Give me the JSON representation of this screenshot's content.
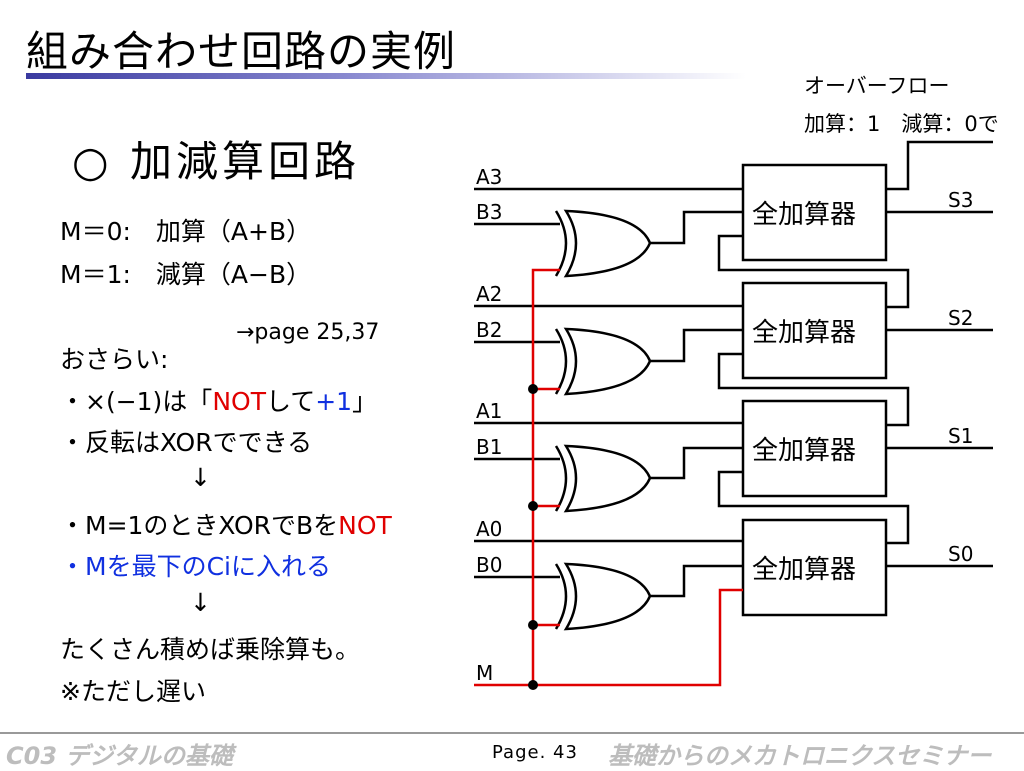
{
  "title": "組み合わせ回路の実例",
  "subhead": "○ 加減算回路",
  "mode": {
    "m0": "M＝0:　加算（A+B）",
    "m1": "M＝1:　減算（A−B）"
  },
  "page_ref": "→page  25,37",
  "review": {
    "heading": "おさらい:",
    "line1_a": "・×(−1)は「",
    "line1_b": "NOT",
    "line1_c": "して",
    "line1_d": "+1",
    "line1_e": "」",
    "line2": "・反転はXORでできる",
    "arrow1": "↓",
    "line3_a": "・M=1のときXORでBを",
    "line3_b": "NOT",
    "line4": "・Mを最下のCiに入れる",
    "arrow2": "↓",
    "line5": "たくさん積めば乗除算も。",
    "line6": "※ただし遅い"
  },
  "overflow": {
    "line1": "オーバーフロー",
    "line2": "加算：1　減算：0で"
  },
  "circuit": {
    "adder_label": "全加算器",
    "inputs_a": [
      "A3",
      "A2",
      "A1",
      "A0"
    ],
    "inputs_b": [
      "B3",
      "B2",
      "B1",
      "B0"
    ],
    "outputs": [
      "S3",
      "S2",
      "S1",
      "S0"
    ],
    "mode_input": "M"
  },
  "colors": {
    "control_wire": "#e00000",
    "highlight_red": "#e00000",
    "highlight_blue": "#1030e0",
    "footer_text": "#bdbdbd"
  },
  "footer": {
    "left": "C03 デジタルの基礎",
    "page": "Page. 43",
    "right": "基礎からのメカトロニクスセミナー"
  }
}
